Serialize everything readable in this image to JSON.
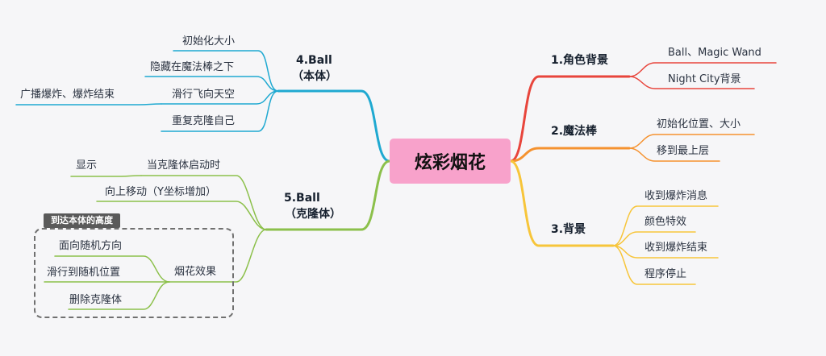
{
  "root": "炫彩烟花",
  "colors": {
    "red": "#e8453c",
    "orange": "#f5922f",
    "yellow": "#f7c53a",
    "green": "#8cc04b",
    "blue": "#1fa9d1",
    "root_bg": "#f8a2cb"
  },
  "branch1": {
    "title": "1.角色背景",
    "items": [
      "Ball、Magic Wand",
      "Night City背景"
    ]
  },
  "branch2": {
    "title": "2.魔法棒",
    "items": [
      "初始化位置、大小",
      "移到最上层"
    ]
  },
  "branch3": {
    "title": "3.背景",
    "items": [
      "收到爆炸消息",
      "颜色特效",
      "收到爆炸结束",
      "程序停止"
    ]
  },
  "branch4": {
    "title_line1": "4.Ball",
    "title_line2": "（本体）",
    "items": [
      "初始化大小",
      "隐藏在魔法棒之下",
      "滑行飞向天空",
      "重复克隆自己"
    ],
    "sub": "广播爆炸、爆炸结束"
  },
  "branch5": {
    "title_line1": "5.Ball",
    "title_line2": "（克隆体）",
    "item1": "当克隆体启动时",
    "item1_sub": "显示",
    "item2": "向上移动（Y坐标增加）",
    "item3": "烟花效果",
    "item3_subs": [
      "面向随机方向",
      "滑行到随机位置",
      "删除克隆体"
    ],
    "summary": "到达本体的高度"
  }
}
